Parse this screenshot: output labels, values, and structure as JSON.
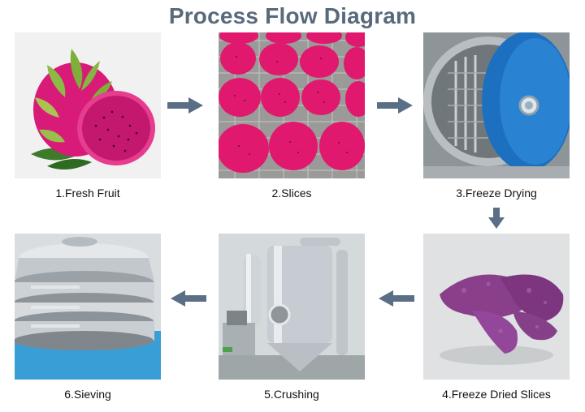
{
  "title": "Process Flow Diagram",
  "steps": [
    {
      "label": "1.Fresh Fruit"
    },
    {
      "label": "2.Slices"
    },
    {
      "label": "3.Freeze Drying"
    },
    {
      "label": "4.Freeze Dried Slices"
    },
    {
      "label": "5.Crushing"
    },
    {
      "label": "6.Sieving"
    }
  ],
  "colors": {
    "title": "#596a7c",
    "arrow": "#5a6f86",
    "dragonfruit_skin": "#d81b78",
    "dragonfruit_flesh": "#c4176e",
    "dried_slice": "#8a3f8a",
    "dryer_blue": "#1d6fbf",
    "steel": "#c7ccd2"
  },
  "arrows": [
    {
      "direction": "right"
    },
    {
      "direction": "right"
    },
    {
      "direction": "down"
    },
    {
      "direction": "left"
    },
    {
      "direction": "left"
    }
  ]
}
